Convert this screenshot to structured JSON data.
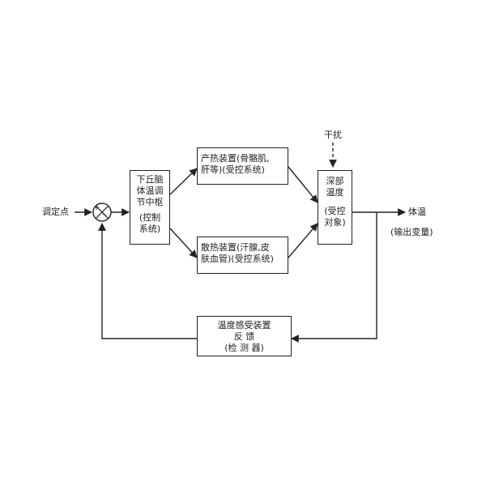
{
  "diagram": {
    "setpoint_label": "调定点",
    "disturbance_label": "干扰",
    "output_label": "体温",
    "output_note": "(输出变量)",
    "comparator": {
      "plus": "+",
      "minus": "-"
    },
    "controller": {
      "lines": [
        "下丘脑",
        "体温调",
        "节中枢",
        "(控制",
        "系统)"
      ]
    },
    "heat_production": {
      "lines": [
        "产热装置(骨骼肌,",
        "肝等)(受控系统)"
      ]
    },
    "heat_dissipation": {
      "lines": [
        "散热装置(汗腺,皮",
        "肤血管)(受控系统)"
      ]
    },
    "deep_temperature": {
      "lines": [
        "深部",
        "温度",
        "(受控",
        "对象)"
      ]
    },
    "sensor": {
      "lines": [
        "温度感受装置",
        "反 馈",
        "(检 测 器)"
      ]
    }
  }
}
